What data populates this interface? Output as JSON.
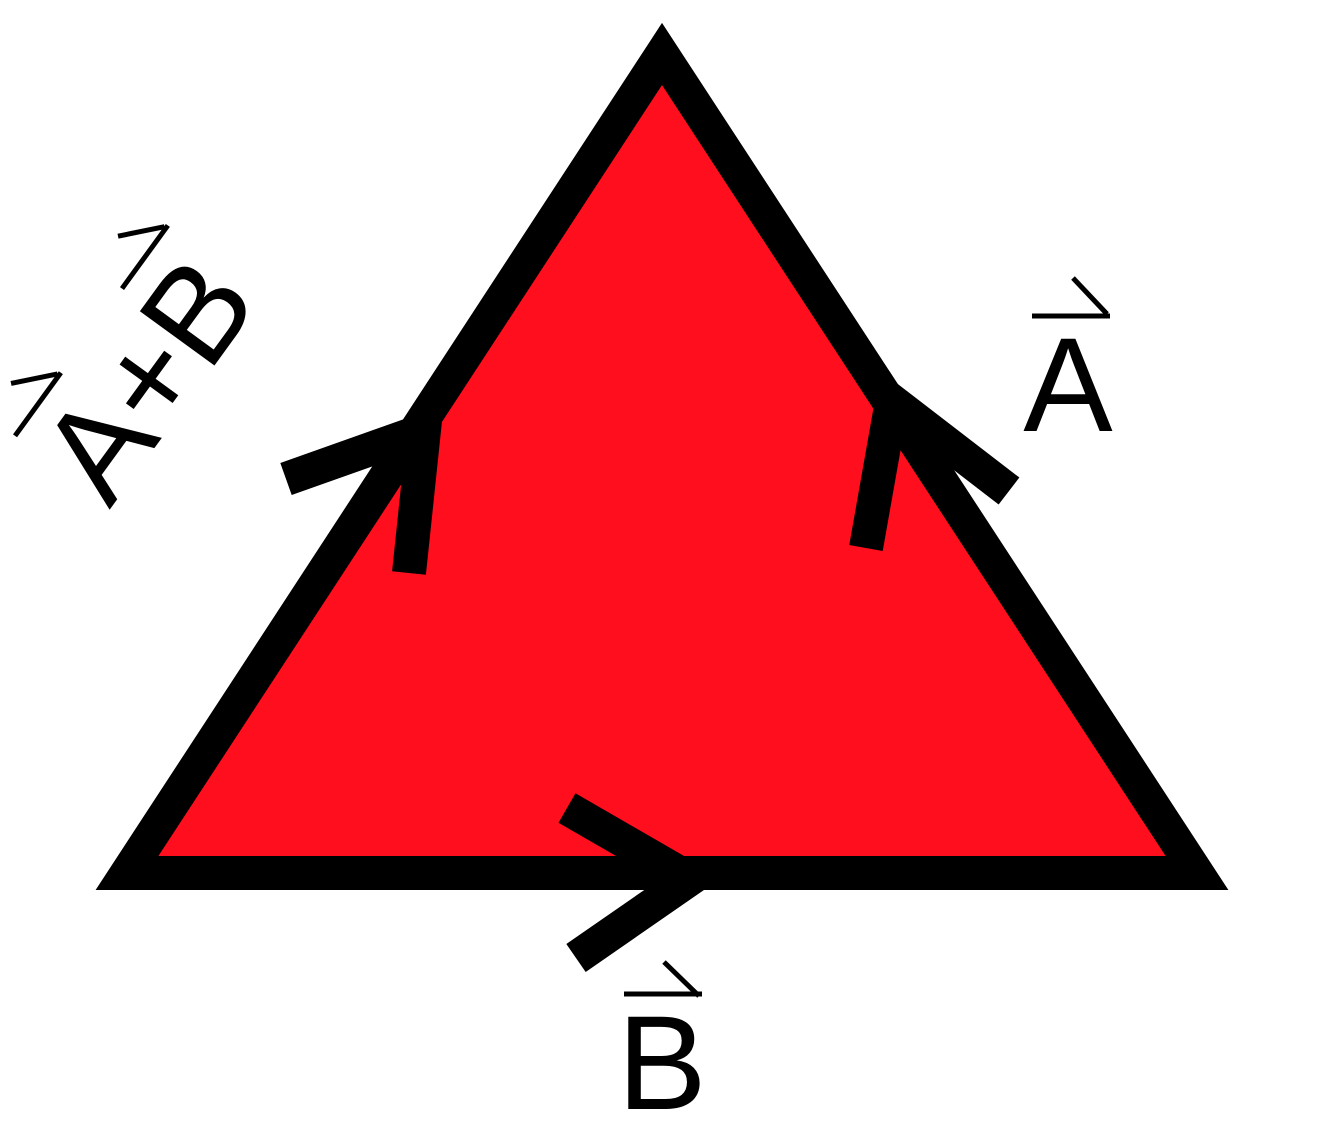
{
  "diagram": {
    "fill_color": "#ff0f1e",
    "stroke_color": "#000000",
    "vectors": [
      {
        "id": "A",
        "label": "A",
        "side": "right"
      },
      {
        "id": "B",
        "label": "B",
        "side": "bottom"
      },
      {
        "id": "A_plus_B",
        "label": "A+B",
        "side": "left"
      }
    ]
  }
}
